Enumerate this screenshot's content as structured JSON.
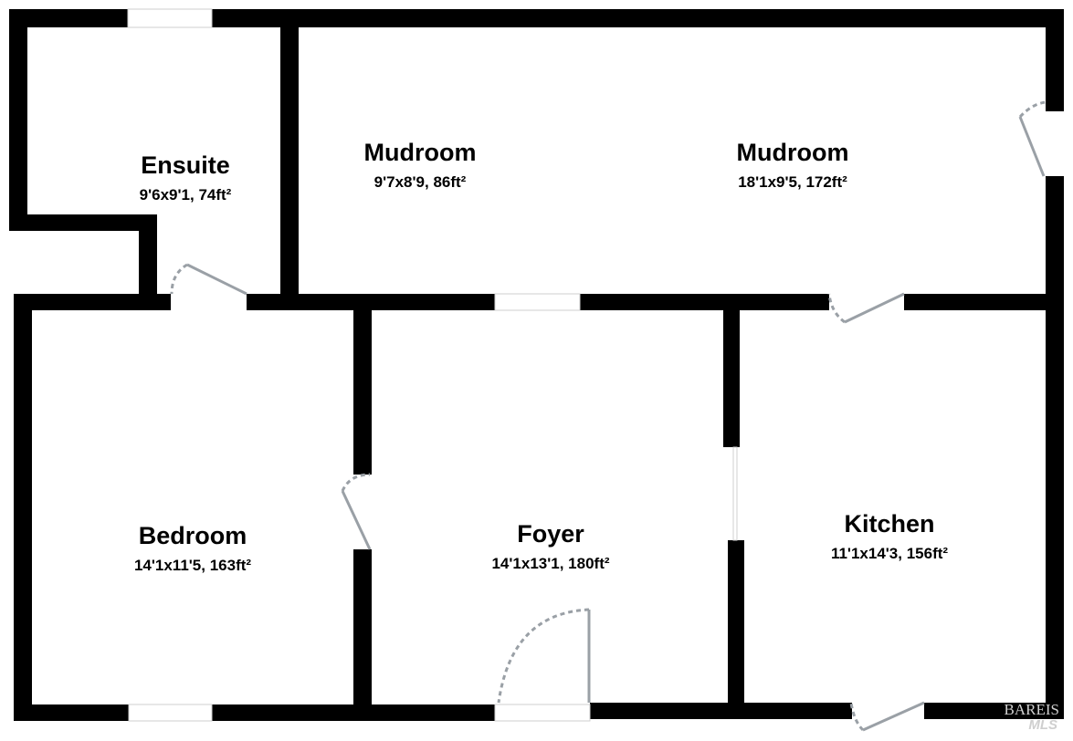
{
  "floor_plan": {
    "colors": {
      "wall": "#000000",
      "door": "#9aa0a6",
      "watermark": "#cfcfcf"
    },
    "rooms": [
      {
        "id": "ensuite",
        "name": "Ensuite",
        "dims": "9'6x9'1, 74ft²"
      },
      {
        "id": "mudroom-1",
        "name": "Mudroom",
        "dims": "9'7x8'9, 86ft²"
      },
      {
        "id": "mudroom-2",
        "name": "Mudroom",
        "dims": "18'1x9'5, 172ft²"
      },
      {
        "id": "bedroom",
        "name": "Bedroom",
        "dims": "14'1x11'5, 163ft²"
      },
      {
        "id": "foyer",
        "name": "Foyer",
        "dims": "14'1x13'1, 180ft²"
      },
      {
        "id": "kitchen",
        "name": "Kitchen",
        "dims": "11'1x14'3, 156ft²"
      }
    ],
    "watermark": {
      "line1": "BAREIS",
      "line2": "MLS"
    }
  }
}
